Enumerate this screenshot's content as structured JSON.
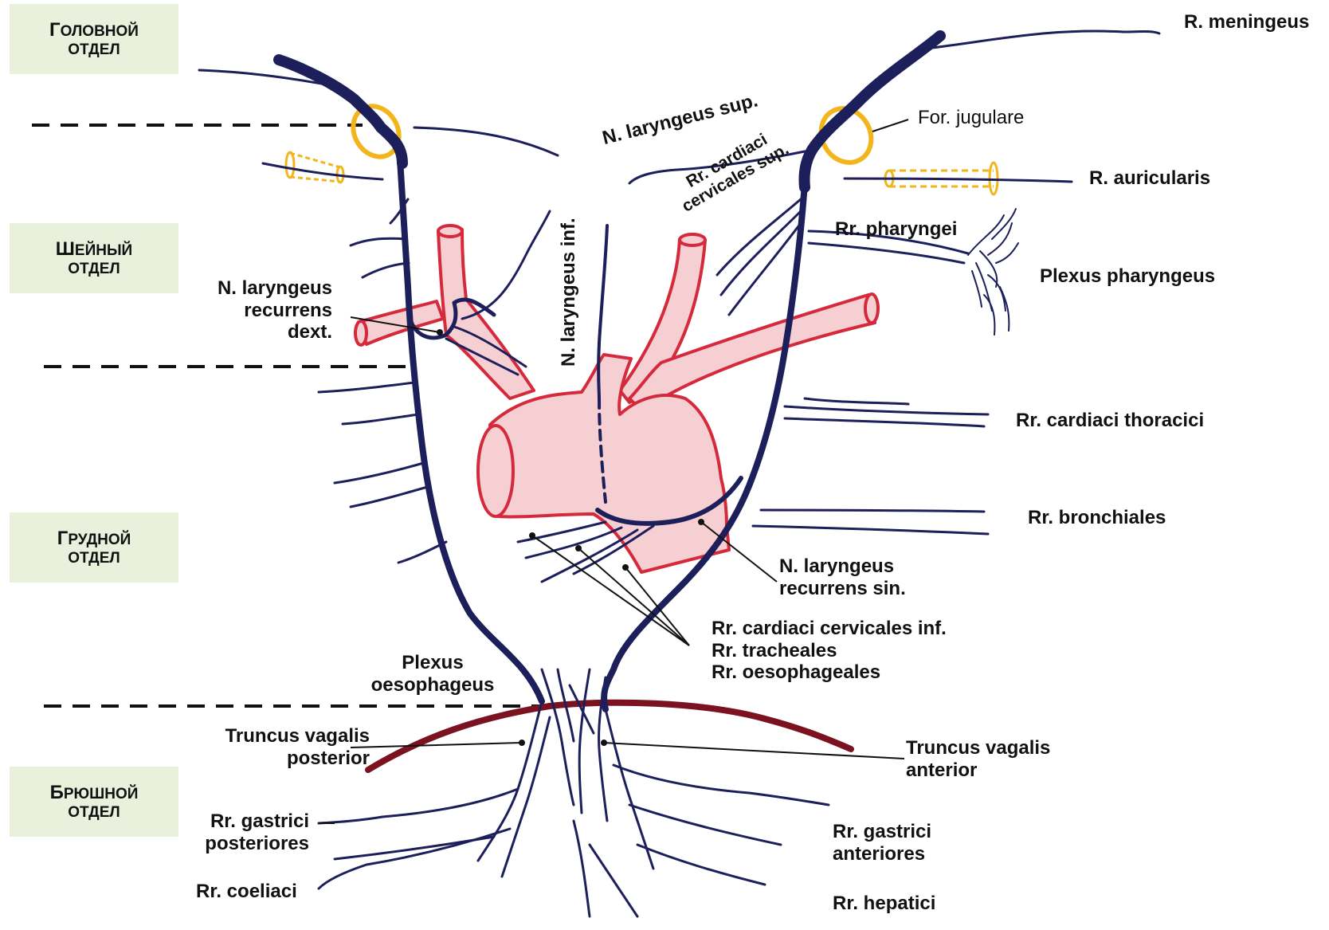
{
  "colors": {
    "nerve": "#1c1f5a",
    "vessel_fill": "#f6cfd3",
    "vessel_stroke": "#d42a3c",
    "diaphragm": "#7b1220",
    "jugular_ring": "#f2b51c",
    "section_bg": "#e9f0dc",
    "dashed_line": "#111111"
  },
  "sections": [
    {
      "cap": "Г",
      "rest": "оловной",
      "line2": "отдел"
    },
    {
      "cap": "Ш",
      "rest": "ейный",
      "line2": "отдел"
    },
    {
      "cap": "Г",
      "rest": "рудной",
      "line2": "отдел"
    },
    {
      "cap": "Б",
      "rest": "рюшной",
      "line2": "отдел"
    }
  ],
  "labels": {
    "meningeus": "R. meningeus",
    "jugulare": "For. jugulare",
    "laryngeus_sup": "N. laryngeus sup.",
    "auricularis": "R. auricularis",
    "cardiaci_cerv_sup_1": "Rr. cardiaci",
    "cardiaci_cerv_sup_2": "cervicales sup.",
    "pharyngei": "Rr. pharyngei",
    "plexus_pharyngeus": "Plexus pharyngeus",
    "laryngeus_inf": "N. laryngeus inf.",
    "recurrens_dext_1": "N. laryngeus",
    "recurrens_dext_2": "recurrens",
    "recurrens_dext_3": "dext.",
    "cardiaci_thoracici": "Rr.  cardiaci  thoracici",
    "bronchiales": "Rr. bronchiales",
    "recurrens_sin_1": "N. laryngeus",
    "recurrens_sin_2": "recurrens sin.",
    "group_1": "Rr.  cardiaci  cervicales inf.",
    "group_2": "Rr. tracheales",
    "group_3": "Rr. oesophageales",
    "plexus_oeso_1": "Plexus",
    "plexus_oeso_2": "oesophageus",
    "truncus_post_1": "Truncus vagalis",
    "truncus_post_2": "posterior",
    "truncus_ant_1": "Truncus vagalis",
    "truncus_ant_2": "anterior",
    "gastrici_post_1": "Rr. gastrici",
    "gastrici_post_2": "posteriores",
    "gastrici_ant_1": "Rr. gastrici",
    "gastrici_ant_2": "anteriores",
    "coeliaci": "Rr. coeliaci",
    "hepatici": "Rr.  hepatici"
  }
}
